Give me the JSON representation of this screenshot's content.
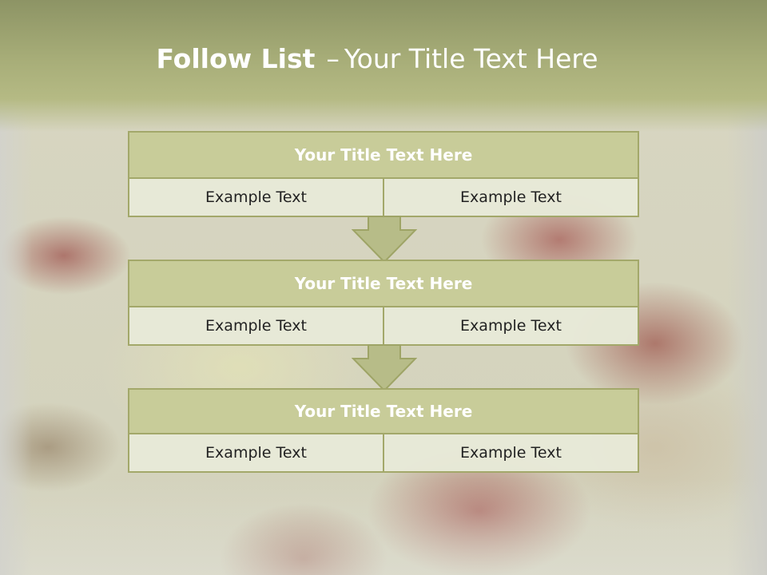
{
  "slide": {
    "title_bold": "Follow List",
    "title_dash": "–",
    "title_rest": "Your Title Text Here"
  },
  "blocks": [
    {
      "title": "Your Title Text Here",
      "left": "Example Text",
      "right": "Example Text"
    },
    {
      "title": "Your Title Text Here",
      "left": "Example Text",
      "right": "Example Text"
    },
    {
      "title": "Your Title Text Here",
      "left": "Example Text",
      "right": "Example Text"
    }
  ],
  "colors": {
    "header": "#a7ad78",
    "block_header": "#c8cc99",
    "border": "#a3a86a",
    "arrow_fill": "#b7bc88"
  },
  "icons": [
    "down-arrow-icon"
  ]
}
